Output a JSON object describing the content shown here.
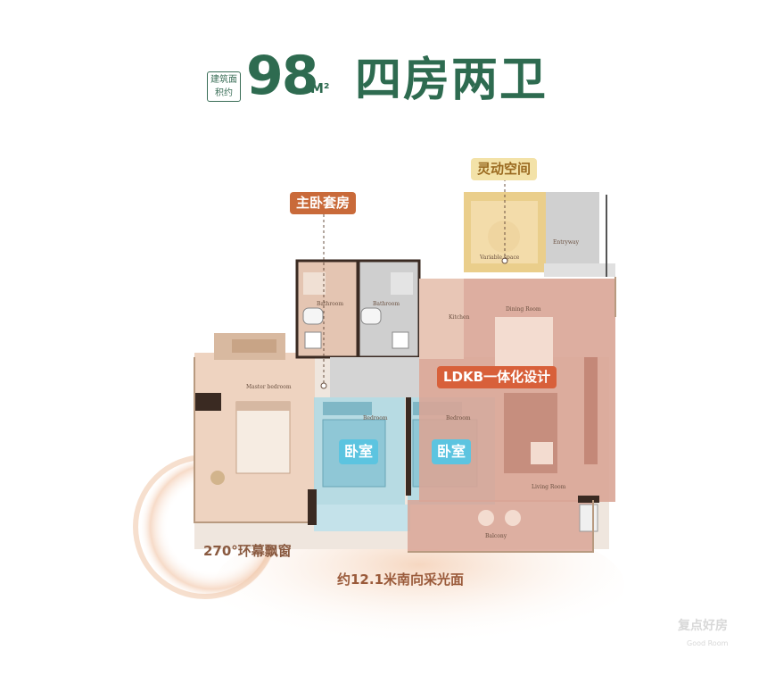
{
  "header": {
    "area_prefix": "建筑面积约",
    "area_value": "98",
    "area_unit": "M²",
    "layout_title": "四房两卫"
  },
  "callouts": {
    "master_suite": "主卧套房",
    "flexible_space": "灵动空间",
    "ldkb": "LDKB一体化设计",
    "bedroom_a": "卧室",
    "bedroom_b": "卧室",
    "bay_window": "270°环幕飘窗",
    "south_light": "约12.1米南向采光面"
  },
  "room_labels": {
    "bathroom_1": "Bathroom",
    "bathroom_2": "Bathroom",
    "master_bedroom": "Master bedroom",
    "bedroom_1": "Bedroom",
    "bedroom_2": "Bedroom",
    "kitchen": "Kitchen",
    "dining_room": "Dining Room",
    "living_room": "Living Room",
    "balcony": "Balcony",
    "variable_space": "Variable space",
    "entryway": "Entryway"
  },
  "watermark": {
    "name": "复点好房",
    "sub": "Good Room"
  },
  "colors": {
    "brand_green": "#2e6b50",
    "accent_orange": "#c96a3a",
    "room_blue": "#5cc4e0",
    "flex_yellow": "#f3e2a8",
    "pink_zone": "#d9a596"
  }
}
